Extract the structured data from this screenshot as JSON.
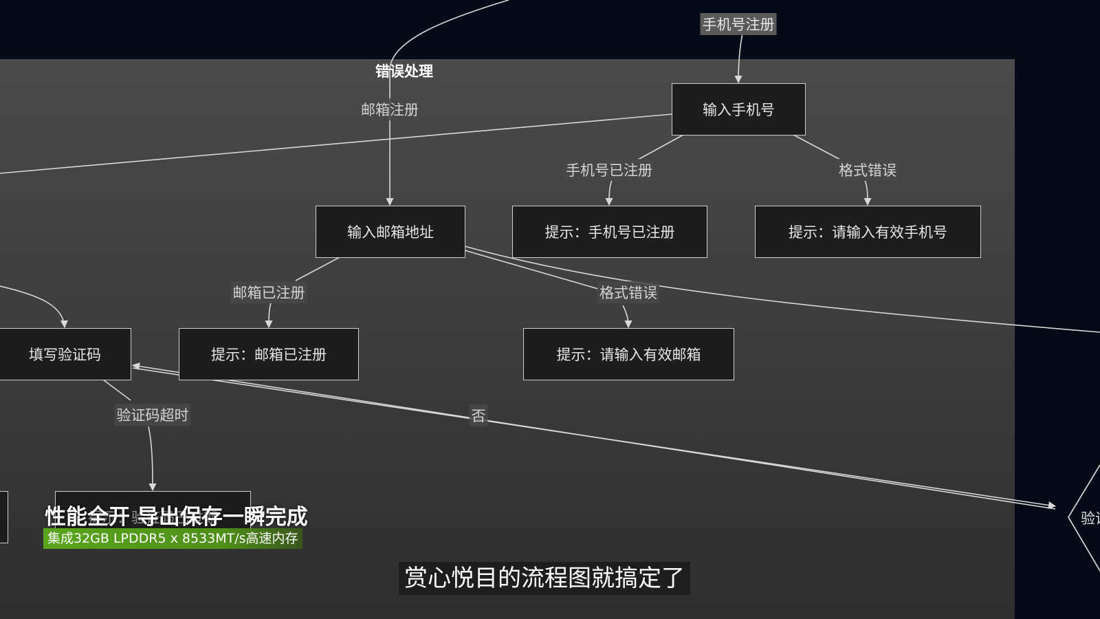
{
  "diagram": {
    "group_title": "错误处理",
    "nodes": {
      "phone_input": "输入手机号",
      "email_input": "输入邮箱地址",
      "phone_registered_tip": "提示：手机号已注册",
      "phone_invalid_tip": "提示：请输入有效手机号",
      "code_input": "填写验证码",
      "email_registered_tip": "提示：邮箱已注册",
      "email_invalid_tip": "提示：请输入有效邮箱",
      "code_timeout_tip": "提示：验证码已过期",
      "verify_decision": "验证"
    },
    "edge_labels": {
      "phone_register": "手机号注册",
      "email_register": "邮箱注册",
      "phone_already": "手机号已注册",
      "phone_format_error": "格式错误",
      "email_already": "邮箱已注册",
      "email_format_error": "格式错误",
      "code_timeout": "验证码超时",
      "no": "否"
    }
  },
  "overlay": {
    "promo_title": "性能全开 导出保存一瞬完成",
    "promo_subtitle": "集成32GB LPDDR5 x 8533MT/s高速内存",
    "caption": "赏心悦目的流程图就搞定了"
  }
}
